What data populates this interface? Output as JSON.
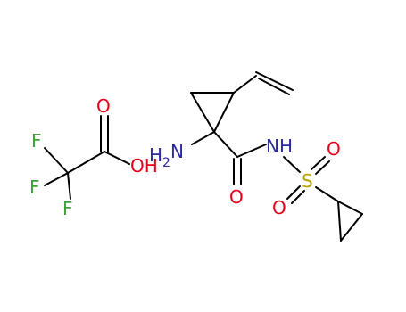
{
  "colors": {
    "bond": "#000000",
    "oxygen": "#e5001a",
    "fluorine": "#3da03d",
    "nitrogen": "#2b2b9e",
    "sulfur": "#b8a100"
  },
  "atoms": {
    "tfa": {
      "f1": "F",
      "f2": "F",
      "f3": "F",
      "o_carbonyl": "O",
      "oh": "OH"
    },
    "main": {
      "nh2_n": "N",
      "nh2_h": "H",
      "nh2_sub": "2",
      "amide_nh": "NH",
      "o_amide": "O",
      "s": "S",
      "o_s_upper": "O",
      "o_s_lower": "O"
    }
  }
}
